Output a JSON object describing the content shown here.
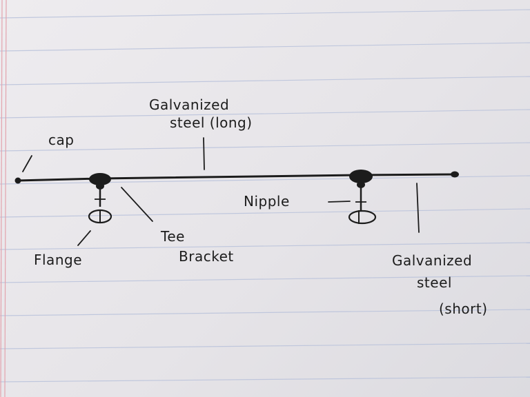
{
  "labels": {
    "cap": "cap",
    "galvanized_long_line1": "Galvanized",
    "galvanized_long_line2": "steel (long)",
    "nipple": "Nipple",
    "tee": "Tee",
    "bracket": "Bracket",
    "flange": "Flange",
    "galvanized_short_line1": "Galvanized",
    "galvanized_short_line2": "steel",
    "galvanized_short_line3": "(short)"
  },
  "colors": {
    "paper": "#e9e7ea",
    "rule_line": "#b9c2db",
    "margin_line": "#e3a3ad",
    "ink": "#1c1c1c"
  }
}
